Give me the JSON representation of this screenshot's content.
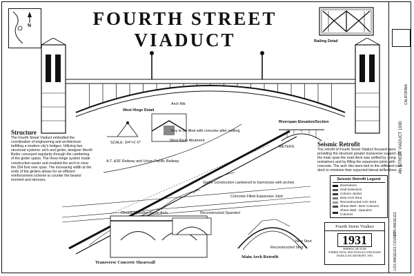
{
  "title": "FOURTH STREET VIADUCT",
  "railing_label": "Railing Detail",
  "compass": {
    "north": "N"
  },
  "structure": {
    "heading": "Structure",
    "text": "The Fourth Street Viaduct embodied the coordination of engineering and architecture befitting a modern city's bridges. Utilizing two structural systems: arch and girder, designer Merrill Butler conveyed regularity through the cambering of the girder spans. The three-hinge system made construction easier and enabled the arch to clear the 254 foot river span. The increasing width at the ends of the girders allows for an efficient reinforcement scheme to counter the beams' moment and stresses."
  },
  "seismic": {
    "heading": "Seismic Retrofit",
    "text": "The retrofit of Fourth Street Viaduct focused upon providing the structure greater transverse support. At the main span the road deck was unified by using restrainers and by filling the expansion joints with concrete. The arch ribs were tied to the stiffened road deck to minimize their expected lateral deflections."
  },
  "labels": {
    "west_hinge": "West Hinge Detail",
    "arch_rib": "Arch Rib",
    "key": "Key to be filled with concrete after settling",
    "west_abutment": "West River Abutment",
    "scale": "SCALE: 3/4\"=1'-0\"",
    "riverspan": "Riverspan Elevation/Section",
    "meters": "METERS",
    "railway": "A.T. &SF Railway and Union Pacific Railway",
    "girder": "Girder construction cambered to harmonize with arches",
    "expansion": "Concrete Filled Expansion Joint",
    "closed_spandrel": "Closed Spandrel Barrel Arch",
    "reconstructed_spandrel": "Reconstructed Spandrel",
    "new_strut": "New Strut",
    "reconstructed_strut": "Reconstructed Strut",
    "main_arch": "Main Arch Retrofit",
    "shearwall": "Transverse Concrete Shearwall"
  },
  "legend": {
    "title": "Seismic Retrofit Legend",
    "items": [
      {
        "label": "Restrainers",
        "color": "#111111"
      },
      {
        "label": "Seat Extension",
        "color": "#555555"
      },
      {
        "label": "Column Jacket",
        "color": "#333333"
      },
      {
        "label": "New Arch Strut",
        "color": "#777777"
      },
      {
        "label": "Reconstructed Arch Strut",
        "color": "#999999"
      },
      {
        "label": "Shear Wall - Bent Columns",
        "color": "#444444"
      },
      {
        "label": "Shear Wall - Spandrel Columns",
        "color": "#222222"
      }
    ]
  },
  "plaque": {
    "title": "Fourth Street Viaduct",
    "year": "1931",
    "credits": "MERRILL BUTLER\nFISHER, BUSS, MACDONALD AND RAHN\nHAER LONG RETROFIT 1993"
  },
  "titleblock": {
    "name": "4th STREET VIADUCT 1930",
    "city": "LOS ANGELES",
    "state": "CALIFORNIA",
    "county": "LOS ANGELES COUNTY"
  },
  "colors": {
    "ink": "#111111",
    "paper": "#ffffff"
  }
}
